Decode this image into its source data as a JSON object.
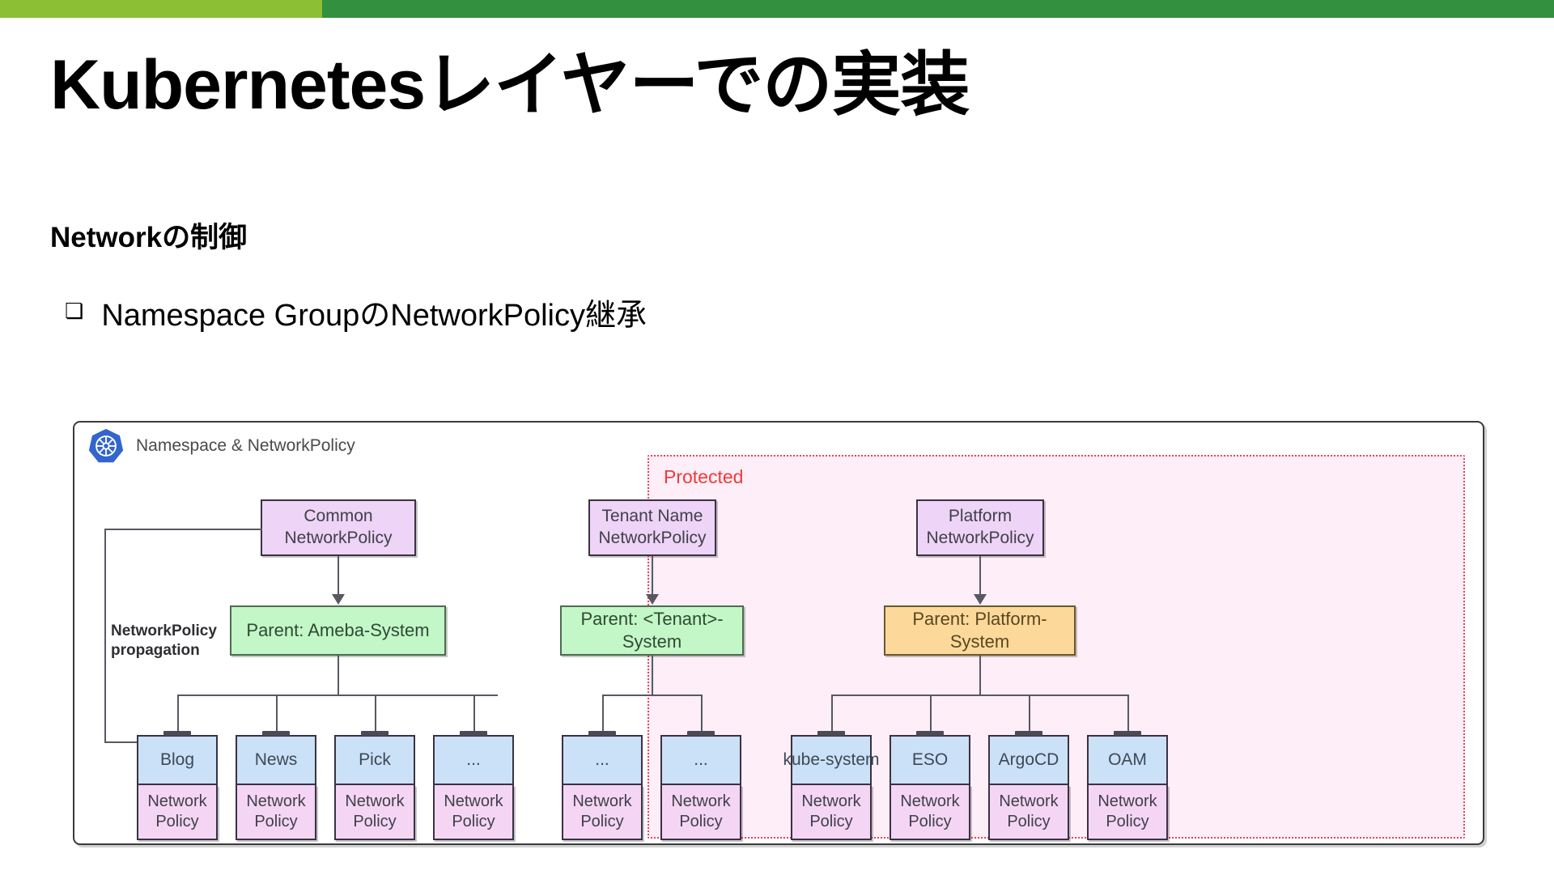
{
  "topbar": {
    "left_color": "#8cbf34",
    "right_color": "#33903f"
  },
  "slide": {
    "title": "Kubernetesレイヤーでの実装",
    "subtitle": "Networkの制御",
    "bullet_glyph": "❏",
    "bullet_text": "Namespace GroupのNetworkPolicy継承"
  },
  "diagram": {
    "logo_name": "kubernetes-logo",
    "title": "Namespace & NetworkPolicy",
    "protected_label": "Protected",
    "protected_color": "#ef3a3a",
    "propagation_label_line1": "NetworkPolicy",
    "propagation_label_line2": "propagation",
    "colors": {
      "policy": "#eed4f7",
      "parent_green": "#c3f7c7",
      "parent_orange": "#fcd99b",
      "namespace_top": "#cbe1f7",
      "namespace_bottom": "#f4d6f4",
      "protected_fill": "#fdeef7"
    },
    "groups": [
      {
        "policy_line1": "Common",
        "policy_line2": "NetworkPolicy",
        "parent": "Parent: Ameba-System",
        "namespaces": [
          "Blog",
          "News",
          "Pick",
          "..."
        ],
        "policy_card_line1": "Network",
        "policy_card_line2": "Policy"
      },
      {
        "policy_line1": "Tenant Name",
        "policy_line2": "NetworkPolicy",
        "parent": "Parent: <Tenant>-System",
        "namespaces": [
          "...",
          "..."
        ],
        "policy_card_line1": "Network",
        "policy_card_line2": "Policy"
      },
      {
        "policy_line1": "Platform",
        "policy_line2": "NetworkPolicy",
        "parent": "Parent: Platform-System",
        "namespaces": [
          "kube-system",
          "ESO",
          "ArgoCD",
          "OAM"
        ],
        "policy_card_line1": "Network",
        "policy_card_line2": "Policy"
      }
    ]
  }
}
